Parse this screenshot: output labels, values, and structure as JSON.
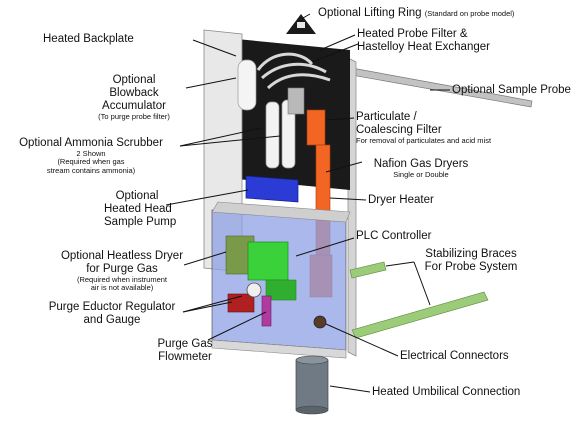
{
  "diagram": {
    "labels": {
      "lifting_ring": {
        "title": "Optional Lifting Ring",
        "note": "(Standard on probe model)"
      },
      "heated_backplate": {
        "title": "Heated Backplate"
      },
      "probe_filter": {
        "line1": "Heated Probe Filter &",
        "line2": "Hastelloy Heat Exchanger"
      },
      "blowback": {
        "line1": "Optional",
        "line2": "Blowback",
        "line3": "Accumulator",
        "note": "(To purge probe filter)"
      },
      "sample_probe": {
        "title": "Optional Sample Probe"
      },
      "particulate_filter": {
        "line1": "Particulate /",
        "line2": "Coalescing Filter",
        "note": "For removal of particulates and acid mist"
      },
      "ammonia_scrubber": {
        "title": "Optional Ammonia Scrubber",
        "note1": "2 Shown",
        "note2": "(Required when gas",
        "note3": "stream contains ammonia)"
      },
      "nafion_dryers": {
        "title": "Nafion Gas Dryers",
        "note": "Single or Double"
      },
      "sample_pump": {
        "line1": "Optional",
        "line2": "Heated Head",
        "line3": "Sample Pump"
      },
      "dryer_heater": {
        "title": "Dryer Heater"
      },
      "plc_controller": {
        "title": "PLC Controller"
      },
      "heatless_dryer": {
        "line1": "Optional Heatless Dryer",
        "line2": "for Purge Gas",
        "note1": "(Required when instrument",
        "note2": "air is not available)"
      },
      "stabilizing_braces": {
        "line1": "Stabilizing Braces",
        "line2": "For Probe System"
      },
      "purge_eductor": {
        "line1": "Purge Eductor Regulator",
        "line2": "and Gauge"
      },
      "purge_flowmeter": {
        "line1": "Purge Gas",
        "line2": "Flowmeter"
      },
      "electrical_connectors": {
        "title": "Electrical Connectors"
      },
      "umbilical": {
        "title": "Heated Umbilical Connection"
      }
    },
    "colors": {
      "cabinet": "#e6e6e6",
      "backplate": "#1a1a1a",
      "filter_orange": "#f26522",
      "pump_blue": "#2b3bd6",
      "panel_blue": "#8da0e6",
      "plc_green": "#3bd13b",
      "brace_green": "#9ccc7a",
      "umbilical": "#707a84"
    }
  }
}
